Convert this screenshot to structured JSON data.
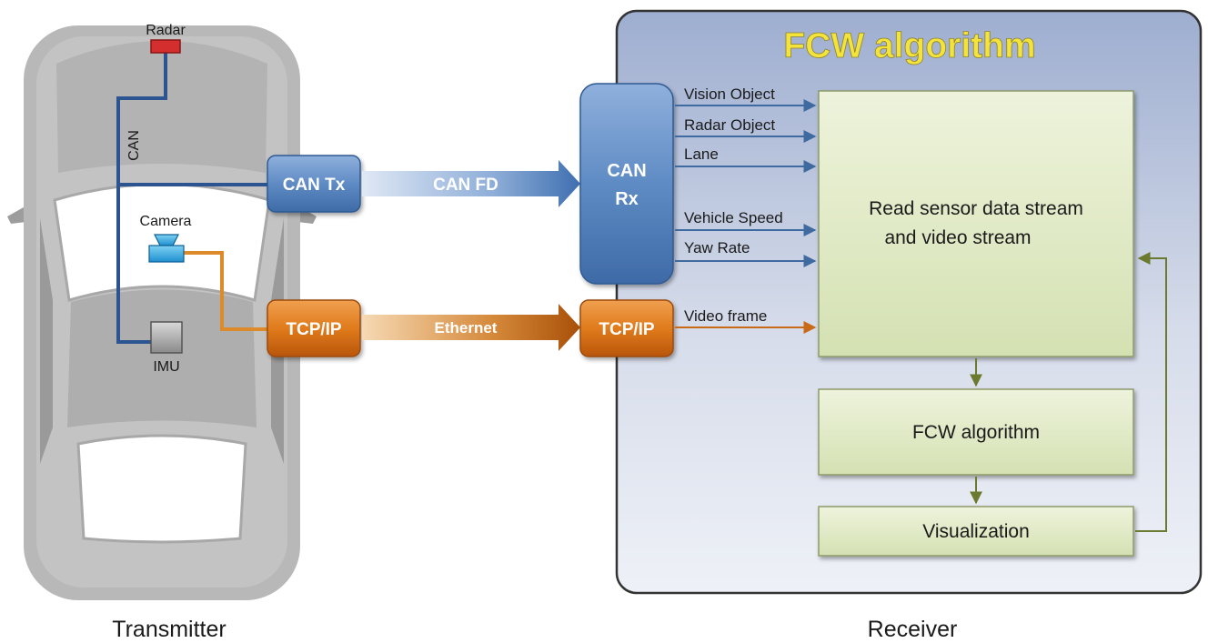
{
  "transmitter": {
    "caption": "Transmitter",
    "sensors": {
      "radar": "Radar",
      "camera": "Camera",
      "imu": "IMU"
    },
    "bus_label": "CAN",
    "can_tx_label": "CAN Tx",
    "tcp_label": "TCP/IP"
  },
  "links": {
    "can_fd": "CAN FD",
    "ethernet": "Ethernet"
  },
  "receiver": {
    "caption": "Receiver",
    "title": "FCW algorithm",
    "can_rx_line1": "CAN",
    "can_rx_line2": "Rx",
    "tcp_label": "TCP/IP",
    "signals": [
      "Vision Object",
      "Radar Object",
      "Lane",
      "Vehicle Speed",
      "Yaw Rate",
      "Video frame"
    ],
    "read_block_line1": "Read sensor data stream",
    "read_block_line2": "and video stream",
    "fcw_block": "FCW algorithm",
    "viz_block": "Visualization"
  },
  "colors": {
    "blue": "#4f79b0",
    "orange": "#d86a10",
    "green_block": "#e3ecca",
    "title_yellow": "#f3e33a",
    "panel": "#b2bfd8"
  }
}
